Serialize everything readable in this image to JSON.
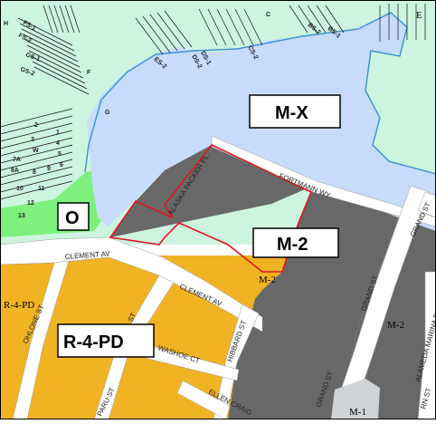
{
  "colors": {
    "water": "#c7dbfb",
    "marina": "#cdf4df",
    "open_space": "#7ef07e",
    "residential": "#f0b324",
    "industrial": "#686868",
    "road": "#ffffff",
    "parcel_outline": "#e0151f",
    "shoreline": "#3a8fd0"
  },
  "zones": {
    "mx": "M-X",
    "m2_box": "M-2",
    "m2_small_a": "M-2",
    "m2_small_b": "M-2",
    "m1": "M-1",
    "o": "O",
    "r4pd_box": "R-4-PD",
    "r4pd_small": "R-4-PD",
    "e": "E"
  },
  "streets": {
    "clement_av_1": "CLEMENT AV",
    "clement_av_2": "CLEMENT AV",
    "fortmann_wy": "FORTMANN WY",
    "alaska_packer_pl": "ALASKA PACKER PL",
    "grand_st_1": "GRAND ST",
    "grand_st_2": "GRAND ST",
    "grand_st_3": "GRAND ST",
    "hibbard_st": "HIBBARD ST",
    "washoe_ct": "WASHOE CT",
    "ohlone_st": "OHLONE ST",
    "paru_st": "PARU ST",
    "ellen_craig": "ELLEN CRAIG",
    "alameda_marina_dr": "ALAMEDA MARINA D",
    "st_partial": "ST",
    "rn_st": "RN ST"
  },
  "piers": {
    "fs1": "FS-1",
    "fs2": "FS-2",
    "gs1": "GS-1",
    "gs2": "GS-2",
    "es2": "ES-2",
    "ds1": "DS-1",
    "ds2": "DS-2",
    "cs2": "CS-2",
    "c": "C",
    "bs2": "BS-2",
    "bs1": "BS-1",
    "f": "F",
    "g": "G",
    "h": "H",
    "n2": "2",
    "n1": "1",
    "n3": "3",
    "n4": "4",
    "w": "W",
    "n5": "5",
    "n7a": "7A",
    "n6": "6",
    "n8a": "8A",
    "n8": "8",
    "n9": "9",
    "n10": "10",
    "n11": "11",
    "n12": "12",
    "n13": "13"
  }
}
